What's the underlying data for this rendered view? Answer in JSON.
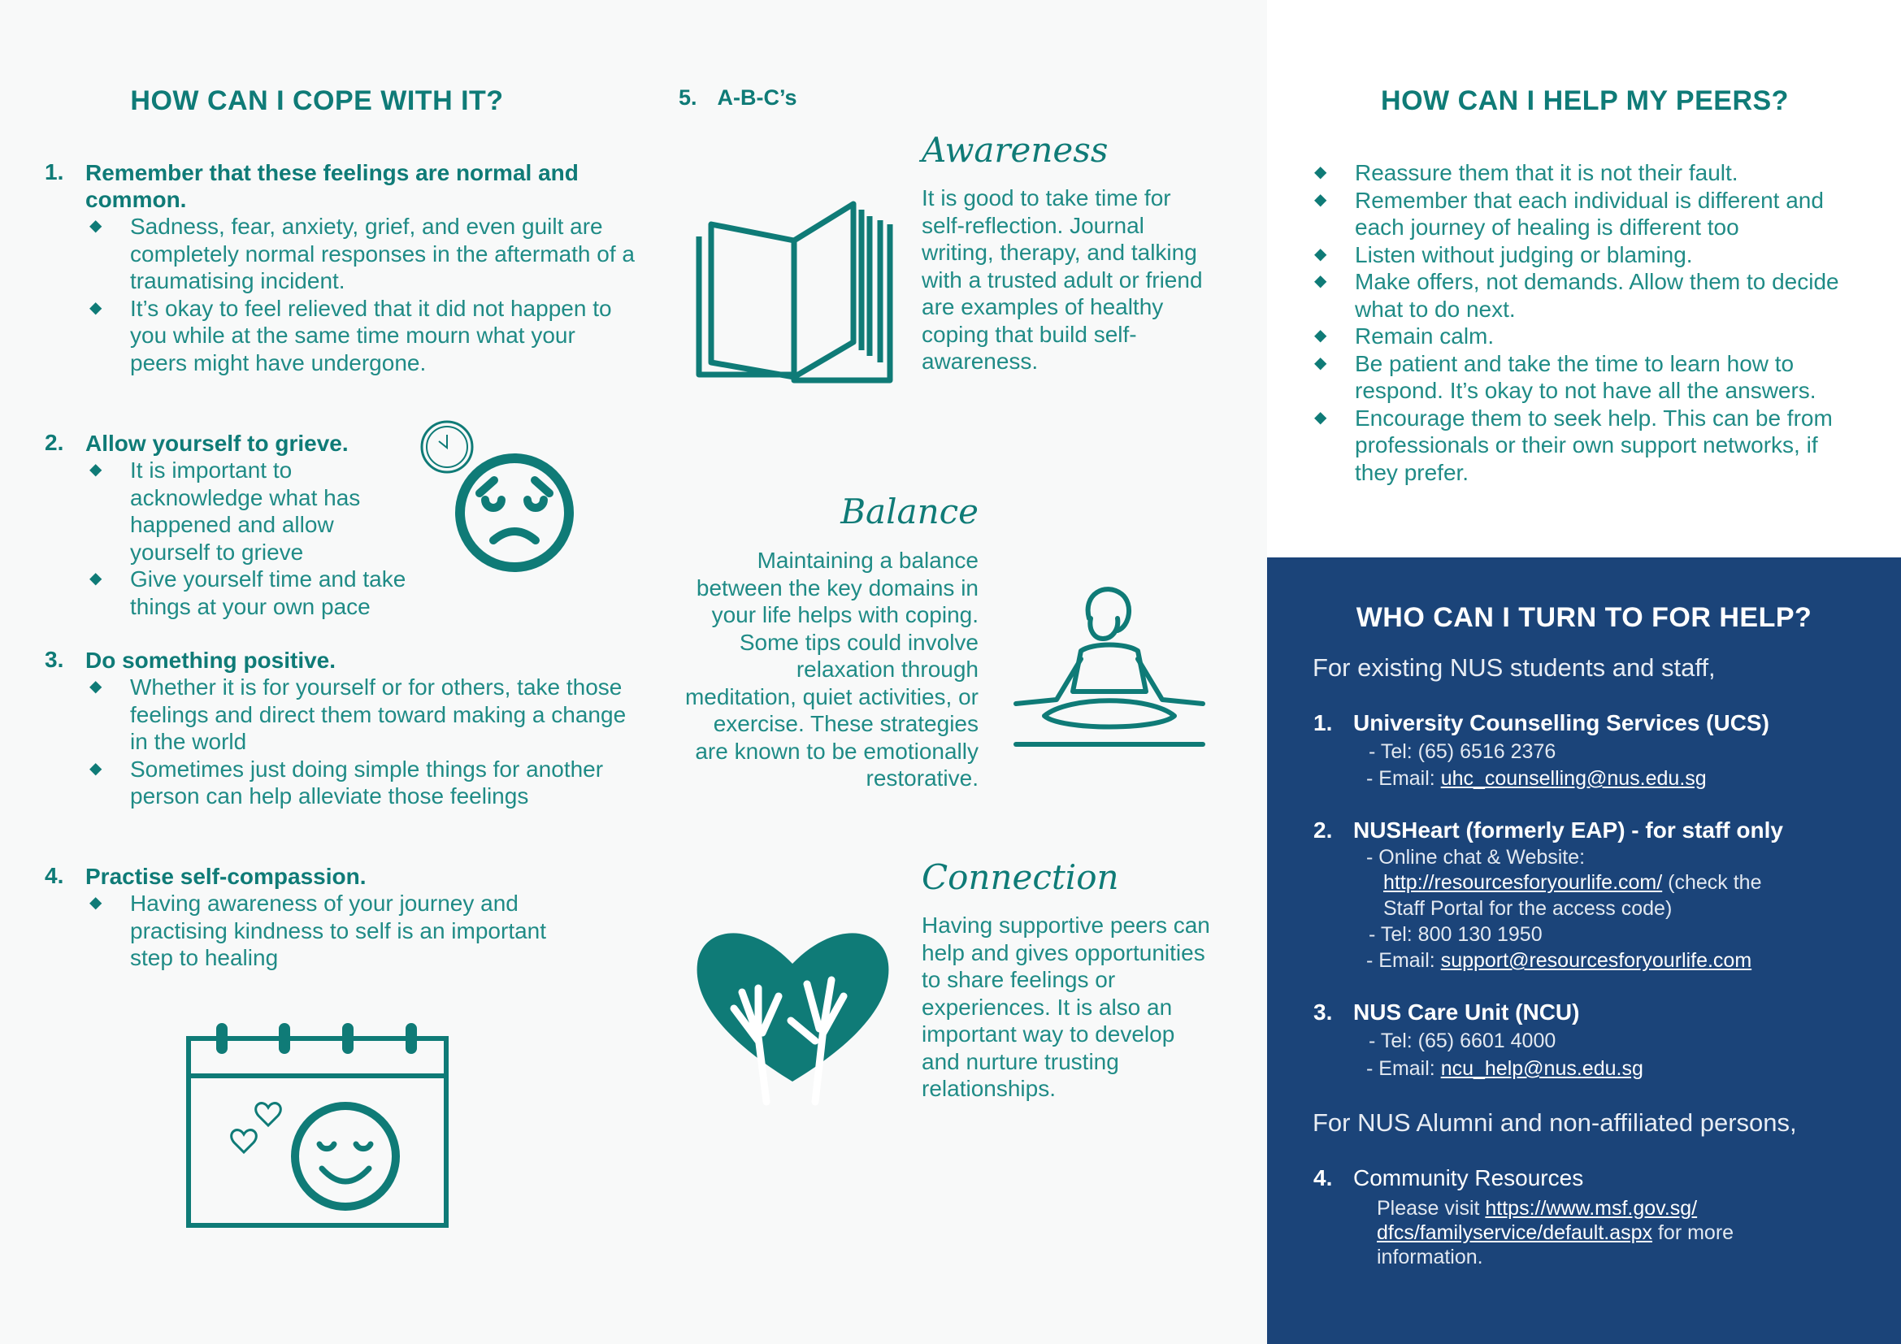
{
  "cope": {
    "heading": "HOW CAN I COPE WITH IT?",
    "items": [
      {
        "num": "1.",
        "title": "Remember that these feelings are normal and common.",
        "bullets": [
          "Sadness, fear, anxiety, grief, and even guilt are completely normal responses in the aftermath of a traumatising incident.",
          "It’s okay to feel relieved that it did not happen to you while at the same time mourn what your peers might have undergone."
        ]
      },
      {
        "num": "2.",
        "title": "Allow yourself to grieve.",
        "bullets": [
          "It is important to acknowledge what has happened and allow yourself to grieve",
          "Give yourself time and take things at your own pace"
        ]
      },
      {
        "num": "3.",
        "title": "Do something positive.",
        "bullets": [
          "Whether it is for yourself or for others, take those feelings and direct them toward making a change in the world",
          "Sometimes just doing simple things for another person can help alleviate those feelings"
        ]
      },
      {
        "num": "4.",
        "title": "Practise self-compassion.",
        "bullets": [
          "Having awareness of your journey and practising kindness to self is an important step to healing"
        ]
      }
    ]
  },
  "abc": {
    "num": "5.",
    "title": "A-B-C’s",
    "awareness": {
      "title": "Awareness",
      "text": "It is good to take time for self-reflection. Journal writing, therapy, and talking with a trusted adult or friend are examples of healthy coping that build self-awareness."
    },
    "balance": {
      "title": "Balance",
      "text": "Maintaining a balance between the key domains in your life helps with coping. Some tips could involve relaxation through meditation, quiet activities, or exercise. These strategies are known to be emotionally restorative."
    },
    "connection": {
      "title": "Connection",
      "text": "Having supportive peers can help and gives opportunities to share feelings or experiences. It is also an important way to develop and nurture trusting relationships."
    }
  },
  "peers": {
    "heading": "HOW CAN I HELP MY PEERS?",
    "bullets": [
      "Reassure them that it is not their fault.",
      "Remember that each individual is different and each journey of healing is different too",
      "Listen without judging or blaming.",
      "Make offers, not demands. Allow them to decide what to do next.",
      "Remain calm.",
      "Be patient and take the time to learn how to respond. It’s okay to not have all the answers.",
      "Encourage them to seek help. This can be from professionals or their own support networks, if they prefer."
    ]
  },
  "help": {
    "heading": "WHO CAN I TURN TO FOR HELP?",
    "intro1": "For existing NUS students and staff,",
    "ucs": {
      "num": "1.",
      "title": "University Counselling Services (UCS)",
      "tel": "- Tel: (65) 6516 2376",
      "email_label": "- Email: ",
      "email": "uhc_counselling@nus.edu.sg"
    },
    "nusheart": {
      "num": "2.",
      "title": "NUSHeart (formerly EAP) - for staff only",
      "web_label": "- Online chat & Website:",
      "url": "http://resourcesforyourlife.com/",
      "url_note": " (check the",
      "note2": "Staff Portal for the access code)",
      "tel": "- Tel: 800 130 1950",
      "email_label": "- Email: ",
      "email": "support@resourcesforyourlife.com"
    },
    "ncu": {
      "num": "3.",
      "title": "NUS Care Unit (NCU)",
      "tel": "- Tel: (65) 6601 4000",
      "email_label": "- Email: ",
      "email": "ncu_help@nus.edu.sg"
    },
    "intro2": "For NUS Alumni and non-affiliated persons,",
    "community": {
      "num": "4.",
      "title": "Community Resources",
      "pre": "Please visit ",
      "url1": "https://www.msf.gov.sg/",
      "url2": "dfcs/familyservice/default.aspx",
      "post": " for more",
      "post2": "information."
    }
  },
  "colors": {
    "teal": "#0f7b77",
    "navy": "#1b4479"
  }
}
